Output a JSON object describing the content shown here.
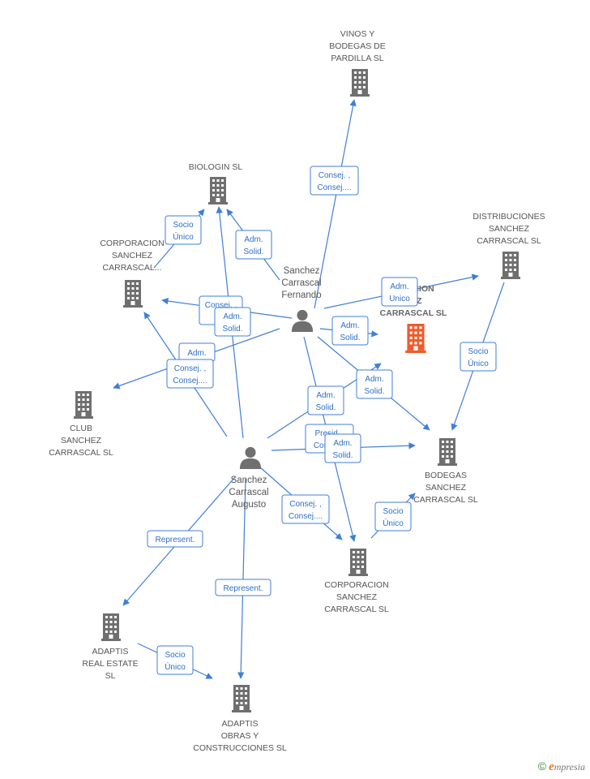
{
  "colors": {
    "edge": "#3f7fd8",
    "company": "#6f6f6f",
    "focus_company": "#f05a2a",
    "person": "#6f6f6f"
  },
  "nodes": [
    {
      "id": "vinos",
      "kind": "company",
      "icon": "building-icon",
      "lines": [
        "VINOS Y",
        "BODEGAS DE",
        "PARDILLA SL"
      ]
    },
    {
      "id": "biologin",
      "kind": "company",
      "icon": "building-icon",
      "lines": [
        "BIOLOGIN SL"
      ]
    },
    {
      "id": "corp_trunc",
      "kind": "company",
      "icon": "building-icon",
      "lines": [
        "CORPORACION",
        "SANCHEZ",
        "CARRASCAL..."
      ]
    },
    {
      "id": "distribuciones",
      "kind": "company",
      "icon": "building-icon",
      "lines": [
        "DISTRIBUCIONES",
        "SANCHEZ",
        "CARRASCAL SL"
      ]
    },
    {
      "id": "focus",
      "kind": "focus",
      "icon": "building-icon",
      "lines": [
        "RACION",
        "HEZ",
        "CARRASCAL SL"
      ]
    },
    {
      "id": "club",
      "kind": "company",
      "icon": "building-icon",
      "lines": [
        "CLUB",
        "SANCHEZ",
        "CARRASCAL SL"
      ]
    },
    {
      "id": "bodegas",
      "kind": "company",
      "icon": "building-icon",
      "lines": [
        "BODEGAS",
        "SANCHEZ",
        "CARRASCAL SL"
      ]
    },
    {
      "id": "corp_full",
      "kind": "company",
      "icon": "building-icon",
      "lines": [
        "CORPORACION",
        "SANCHEZ",
        "CARRASCAL SL"
      ]
    },
    {
      "id": "adaptis_re",
      "kind": "company",
      "icon": "building-icon",
      "lines": [
        "ADAPTIS",
        "REAL ESTATE",
        "SL"
      ]
    },
    {
      "id": "adaptis_obras",
      "kind": "company",
      "icon": "building-icon",
      "lines": [
        "ADAPTIS",
        "OBRAS Y",
        "CONSTRUCCIONES SL"
      ]
    },
    {
      "id": "fernando",
      "kind": "person",
      "icon": "person-icon",
      "lines": [
        "Sanchez",
        "Carrascal",
        "Fernando"
      ]
    },
    {
      "id": "augusto",
      "kind": "person",
      "icon": "person-icon",
      "lines": [
        "Sanchez",
        "Carrascal",
        "Augusto"
      ]
    }
  ],
  "edges": [
    {
      "id": "e1",
      "lines": [
        "Consej. ,",
        "Consej...."
      ]
    },
    {
      "id": "e2",
      "lines": [
        "Adm.",
        "Solid."
      ]
    },
    {
      "id": "e3",
      "lines": [
        "Socio",
        "Único"
      ]
    },
    {
      "id": "e4",
      "lines": [
        "Consej. ,",
        "D"
      ]
    },
    {
      "id": "e5",
      "lines": [
        "Adm.",
        "Solid."
      ]
    },
    {
      "id": "e6",
      "lines": [
        "Adm.",
        "Unico"
      ]
    },
    {
      "id": "e7",
      "lines": [
        "Adm.",
        "Solid."
      ]
    },
    {
      "id": "e8",
      "lines": [
        "Socio",
        "Único"
      ]
    },
    {
      "id": "e9",
      "lines": [
        "Adm."
      ]
    },
    {
      "id": "e10",
      "lines": [
        "Consej. ,",
        "Consej...."
      ]
    },
    {
      "id": "e11",
      "lines": [
        "Adm.",
        "Solid."
      ]
    },
    {
      "id": "e12",
      "lines": [
        "Adm.",
        "Solid."
      ]
    },
    {
      "id": "e13",
      "lines": [
        "Presid.",
        "Con"
      ]
    },
    {
      "id": "e14",
      "lines": [
        "Adm.",
        "Solid."
      ]
    },
    {
      "id": "e15",
      "lines": [
        "Consej. ,",
        "Consej...."
      ]
    },
    {
      "id": "e16",
      "lines": [
        "Socio",
        "Único"
      ]
    },
    {
      "id": "e17",
      "lines": [
        "Represent."
      ]
    },
    {
      "id": "e18",
      "lines": [
        "Represent."
      ]
    },
    {
      "id": "e19",
      "lines": [
        "Socio",
        "Único"
      ]
    }
  ],
  "footer": {
    "copyright": "©",
    "brand_initial": "e",
    "brand_rest": "mpresia"
  }
}
